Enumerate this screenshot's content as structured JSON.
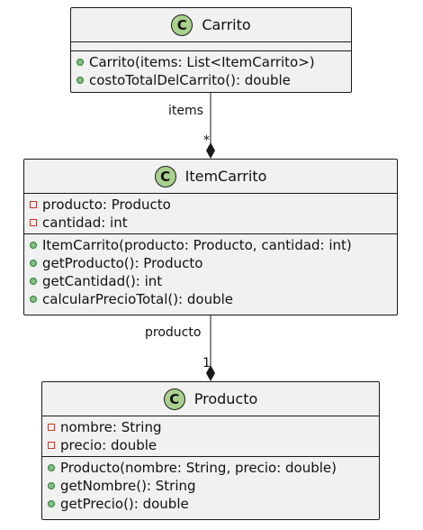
{
  "classes": {
    "carrito": {
      "stereotype": "C",
      "name": "Carrito",
      "attributes": [],
      "methods": [
        {
          "visibility": "public",
          "text": "Carrito(items: List<ItemCarrito>)"
        },
        {
          "visibility": "public",
          "text": "costoTotalDelCarrito(): double"
        }
      ]
    },
    "item_carrito": {
      "stereotype": "C",
      "name": "ItemCarrito",
      "attributes": [
        {
          "visibility": "private",
          "text": "producto: Producto"
        },
        {
          "visibility": "private",
          "text": "cantidad: int"
        }
      ],
      "methods": [
        {
          "visibility": "public",
          "text": "ItemCarrito(producto: Producto, cantidad: int)"
        },
        {
          "visibility": "public",
          "text": "getProducto(): Producto"
        },
        {
          "visibility": "public",
          "text": "getCantidad(): int"
        },
        {
          "visibility": "public",
          "text": "calcularPrecioTotal(): double"
        }
      ]
    },
    "producto": {
      "stereotype": "C",
      "name": "Producto",
      "attributes": [
        {
          "visibility": "private",
          "text": "nombre: String"
        },
        {
          "visibility": "private",
          "text": "precio: double"
        }
      ],
      "methods": [
        {
          "visibility": "public",
          "text": "Producto(nombre: String, precio: double)"
        },
        {
          "visibility": "public",
          "text": "getNombre(): String"
        },
        {
          "visibility": "public",
          "text": "getPrecio(): double"
        }
      ]
    }
  },
  "relations": {
    "carrito_items": {
      "role": "items",
      "multiplicity": "*",
      "kind": "composition"
    },
    "item_producto": {
      "role": "producto",
      "multiplicity": "1",
      "kind": "composition"
    }
  }
}
